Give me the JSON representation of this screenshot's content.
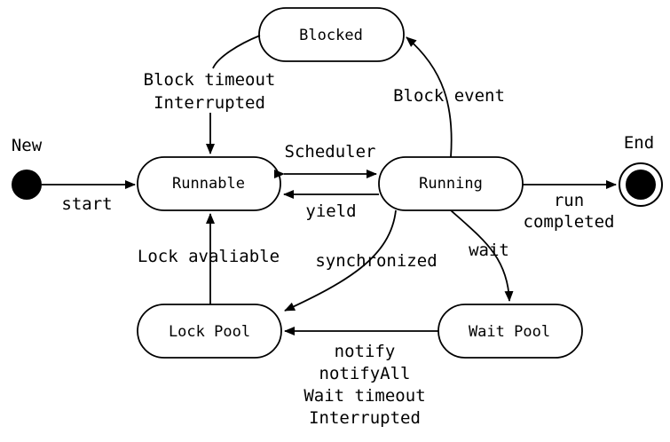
{
  "states": {
    "new": "New",
    "end": "End",
    "blocked": "Blocked",
    "runnable": "Runnable",
    "running": "Running",
    "lock_pool": "Lock Pool",
    "wait_pool": "Wait Pool"
  },
  "transitions": {
    "start": "start",
    "block_timeout": "Block timeout",
    "interrupted": "Interrupted",
    "scheduler": "Scheduler",
    "yield": "yield",
    "block_event": "Block event",
    "run": "run",
    "completed": "completed",
    "lock_available": "Lock avaliable",
    "synchronized": "synchronized",
    "wait": "wait",
    "notify": "notify",
    "notify_all": "notifyAll",
    "wait_timeout": "Wait timeout",
    "interrupted_2": "Interrupted"
  }
}
